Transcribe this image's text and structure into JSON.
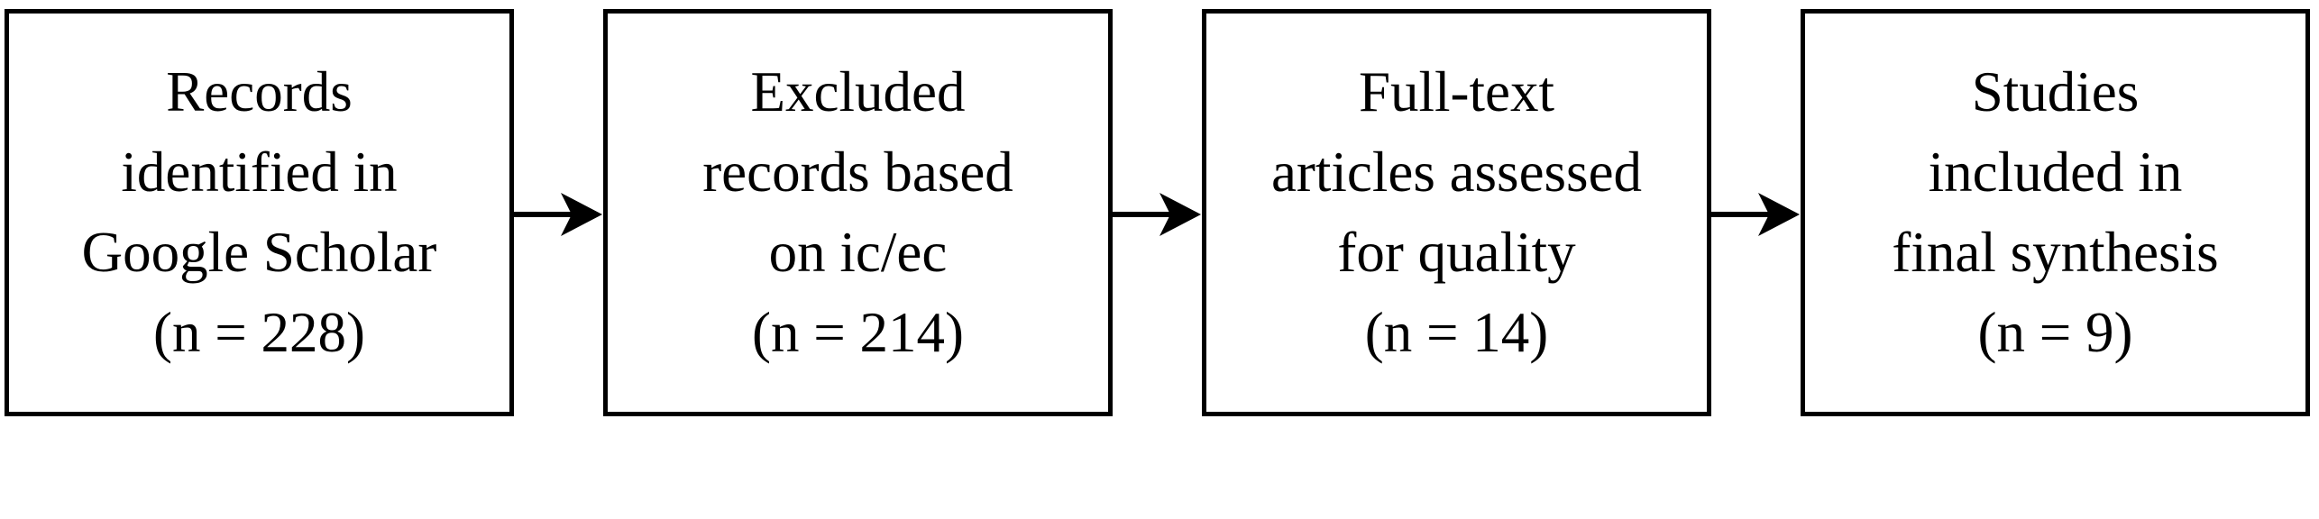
{
  "flow": {
    "steps": [
      {
        "lines": [
          "Records",
          "identified in",
          "Google Scholar",
          "(n = 228)"
        ]
      },
      {
        "lines": [
          "Excluded",
          "records based",
          "on ic/ec",
          "(n = 214)"
        ]
      },
      {
        "lines": [
          "Full-text",
          "articles assessed",
          "for quality",
          "(n = 14)"
        ]
      },
      {
        "lines": [
          "Studies",
          "included in",
          "final synthesis",
          "(n = 9)"
        ]
      }
    ]
  },
  "colors": {
    "stroke": "#000000",
    "background": "#ffffff"
  }
}
